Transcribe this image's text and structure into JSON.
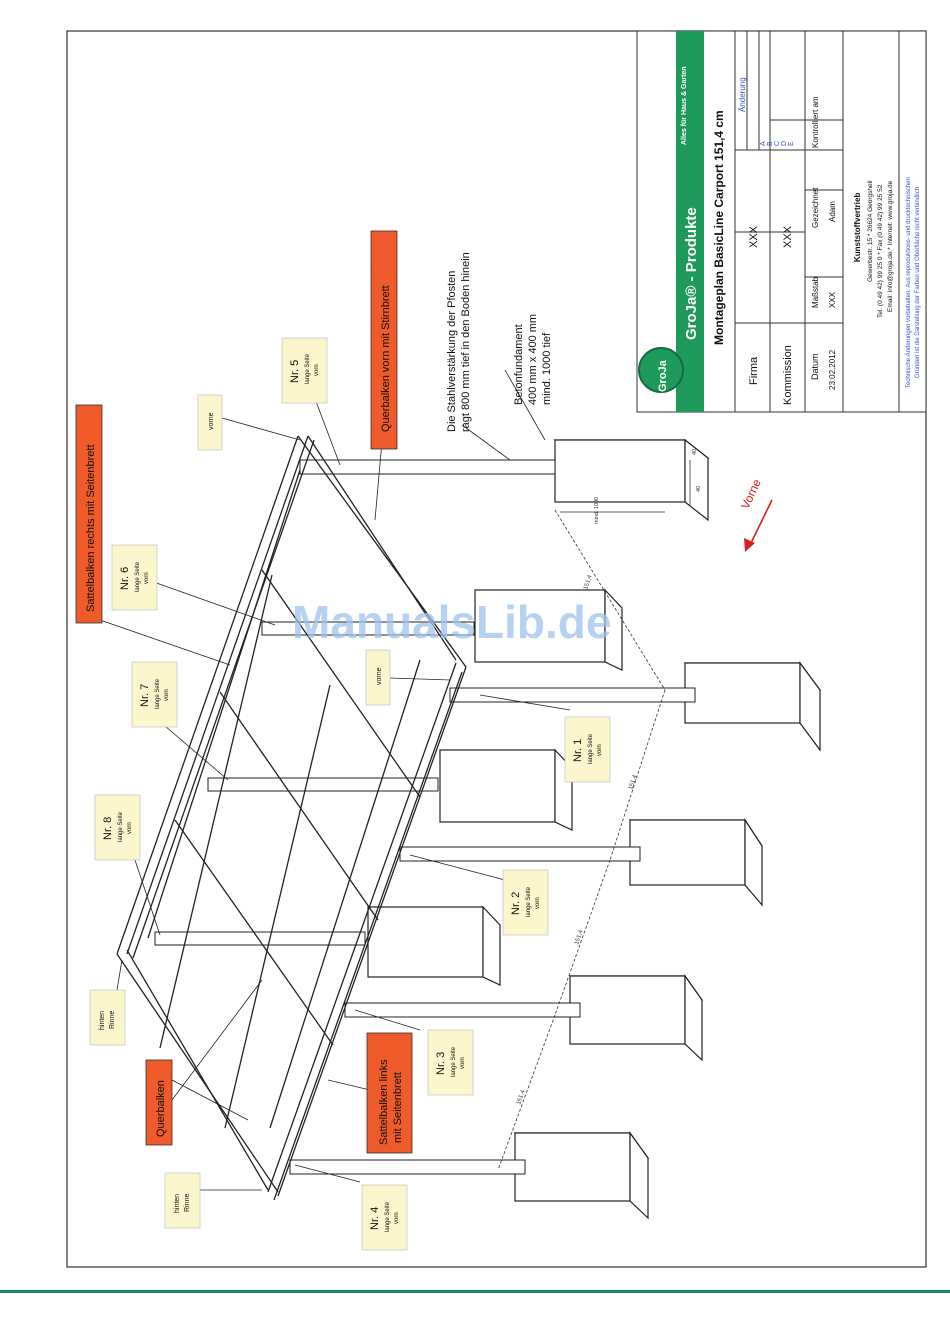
{
  "title_block": {
    "company_brand": "GroJa",
    "brand_line": "GroJa® - Produkte",
    "tagline": "Alles für Haus & Garten",
    "drawing_title": "Montageplan BasicLine Carport 151,4 cm",
    "firma_label": "Firma",
    "firma_value": "XXX",
    "kommission_label": "Kommission",
    "kommission_value": "XXX",
    "datum_label": "Datum",
    "datum_value": "23.02.2012",
    "massstab_label": "Maßstab",
    "massstab_value": "XXX",
    "gezeichnet_label": "Gezeichnet",
    "gezeichnet_value": "Adam",
    "kontrolliert_label": "Kontrolliert am",
    "aenderung_label": "Änderung",
    "rev_letters": [
      "A",
      "B",
      "C",
      "D",
      "E"
    ],
    "vendor_title": "Kunststoffvertrieb",
    "vendor_address": "Gewerbestr. 15 * 26624 Georgsheil",
    "vendor_phone": "Tel. (0 49 42) 99 25 0 * Fax (0 49 42) 99 25 52",
    "vendor_web": "Email: info@groja.de * Internet: www.groja.de",
    "legal_1": "Technische Änderungen vorbehalten. Aus reproduktions- und drucktechnischen",
    "legal_2": "Gründen ist die Darstellung der Farben und Oberfläche nicht verbindlich"
  },
  "labels": {
    "post1_title": "Nr. 1",
    "post1_sub1": "lange Seite",
    "post1_sub2": "vorn",
    "post2_title": "Nr. 2",
    "post2_sub1": "lange Seite",
    "post2_sub2": "vorn",
    "post3_title": "Nr. 3",
    "post3_sub1": "lange Seite",
    "post3_sub2": "vorn",
    "post4_title": "Nr. 4",
    "post4_sub1": "lange Seite",
    "post4_sub2": "vorn",
    "post5_title": "Nr. 5",
    "post5_sub1": "lange Seite",
    "post5_sub2": "vorn",
    "post6_title": "Nr. 6",
    "post6_sub1": "lange Seite",
    "post6_sub2": "vorn",
    "post7_title": "Nr. 7",
    "post7_sub1": "lange Seite",
    "post7_sub2": "vorn",
    "post8_title": "Nr. 8",
    "post8_sub1": "lange Seite",
    "post8_sub2": "vorn",
    "vorne_top": "vorne",
    "vorne_mid": "vorne",
    "hinten_top_1": "hinten",
    "hinten_top_2": "Rinne",
    "hinten_bot_1": "hinten",
    "hinten_bot_2": "Rinne",
    "sattel_rechts": "Sattelbalken rechts mit Seitenbrett",
    "quer_vorn": "Querbalken vorn mit Stirnbrett",
    "querbalken": "Querbalken",
    "sattel_links_1": "Sattelbalken links",
    "sattel_links_2": "mit Seitenbrett",
    "steel_note_1": "Die Stahlverstärkung der Pfosten",
    "steel_note_2": "ragt 800 mm tief in den Boden hinein",
    "foundation_1": "Betonfundament",
    "foundation_2": "400 mm x 400 mm",
    "foundation_3": "mind. 1000 tief",
    "direction": "Vorne",
    "dim_151": "151,4",
    "dim_40": "40",
    "dim_1000": "mind. 1000",
    "watermark": "ManualsLib.de"
  },
  "colors": {
    "brand_green": "#1e9a5a",
    "tag_orange": "#ee5a2a",
    "note_yellow": "#fbf6cc",
    "direction_red": "#d62020",
    "watermark_blue": "#9fc3ec"
  }
}
